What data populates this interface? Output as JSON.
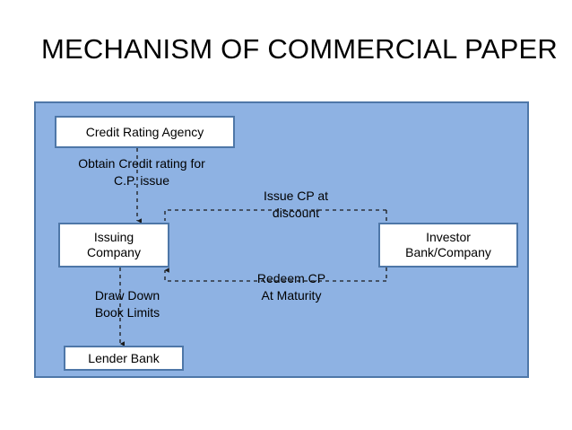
{
  "slide": {
    "title": "MECHANISM OF COMMERCIAL PAPER",
    "background_color": "#ffffff"
  },
  "diagram": {
    "panel_color": "#8EB2E3",
    "panel_border_color": "#4E77A8",
    "node_fill_color": "#FFFFFF",
    "node_border_color": "#4E77A8",
    "connector_color": "#1A1A1A",
    "nodes": [
      {
        "id": "credit-rating-agency",
        "label": "Credit Rating Agency"
      },
      {
        "id": "issuing-company",
        "label": "Issuing\nCompany"
      },
      {
        "id": "investor",
        "label": "Investor\nBank/Company"
      },
      {
        "id": "lender-bank",
        "label": "Lender Bank"
      }
    ],
    "edges": [
      {
        "id": "obtain-credit-rating",
        "label": "Obtain Credit rating for\nC.P. issue",
        "from": "credit-rating-agency",
        "to": "issuing-company",
        "style": "dashed",
        "arrow": "to"
      },
      {
        "id": "issue-cp",
        "label": "Issue CP at\ndiscount",
        "from": "investor",
        "to": "issuing-company",
        "style": "dashed",
        "arrow": "none"
      },
      {
        "id": "redeem-cp",
        "label": "Redeem CP\nAt Maturity",
        "from": "investor",
        "to": "issuing-company",
        "style": "dashed",
        "arrow": "to"
      },
      {
        "id": "draw-down",
        "label": "Draw Down\nBook Limits",
        "from": "issuing-company",
        "to": "lender-bank",
        "style": "dashed",
        "arrow": "to"
      }
    ]
  }
}
